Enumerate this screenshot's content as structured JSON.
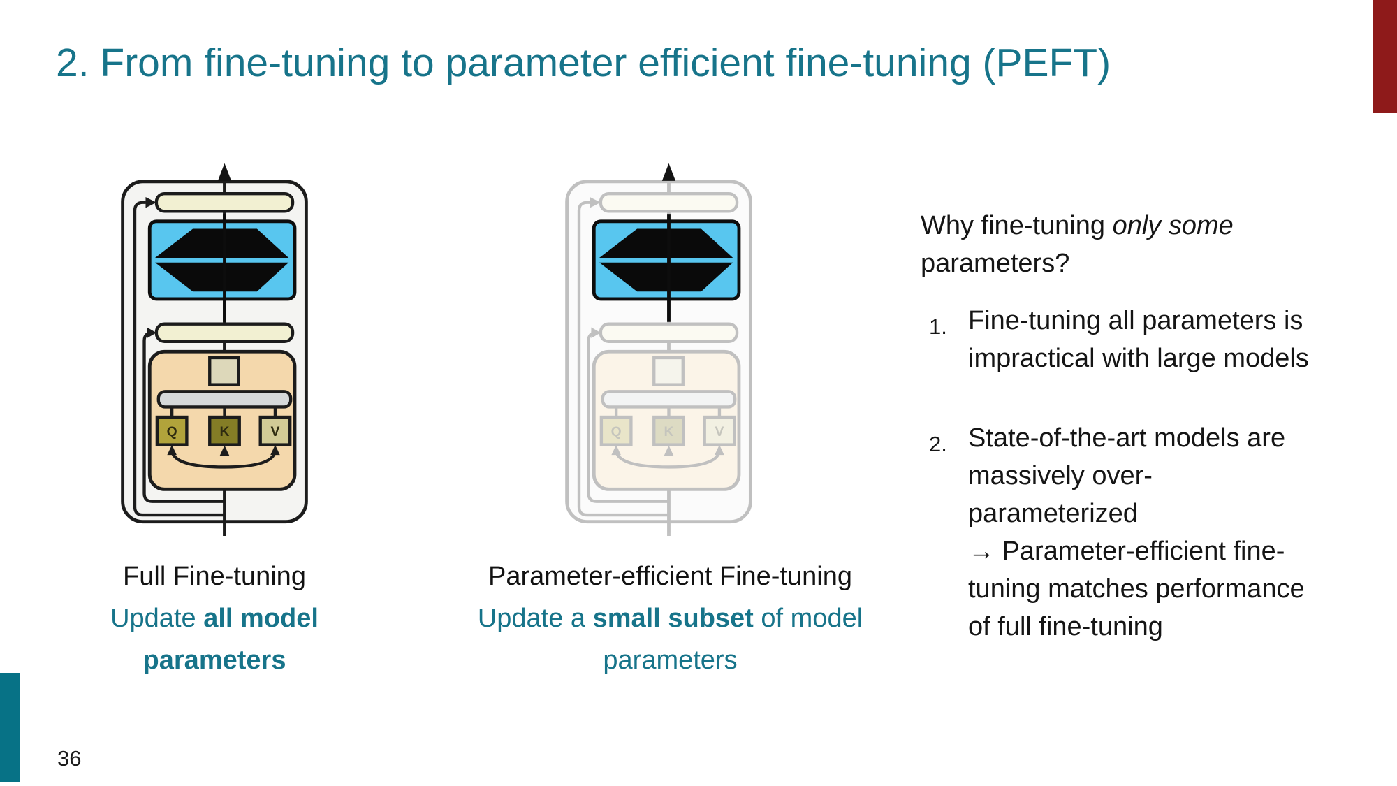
{
  "slide": {
    "title": "2. From fine-tuning to parameter efficient fine-tuning (PEFT)",
    "page_number": "36"
  },
  "colors": {
    "title_teal": "#17748a",
    "sidebar_teal": "#077286",
    "corner_red": "#8e1a1a",
    "ffn_blue": "#58c6ef",
    "attention_tan": "#f4d8ac",
    "layernorm_cream": "#f2f0d2"
  },
  "diagram": {
    "qkv_labels": [
      "Q",
      "K",
      "V"
    ]
  },
  "captions": {
    "full": {
      "title": "Full Fine-tuning",
      "line1_regular": "Update ",
      "line1_bold": "all model",
      "line2_bold": "parameters"
    },
    "peft": {
      "title": "Parameter-efficient Fine-tuning",
      "line1_pre": "Update a ",
      "line1_bold": "small subset",
      "line1_post": " of model",
      "line2": "parameters"
    }
  },
  "why": {
    "heading_pre": "Why fine-tuning ",
    "heading_italic": "only some",
    "heading_line2": "parameters?",
    "items": [
      {
        "number": "1.",
        "lines": [
          "Fine-tuning all parameters is",
          "impractical with large models"
        ]
      },
      {
        "number": "2.",
        "lines": [
          "State-of-the-art models are",
          "massively over-",
          "parameterized",
          "→ Parameter-efficient fine-",
          "tuning matches performance",
          "of full fine-tuning"
        ]
      }
    ]
  }
}
